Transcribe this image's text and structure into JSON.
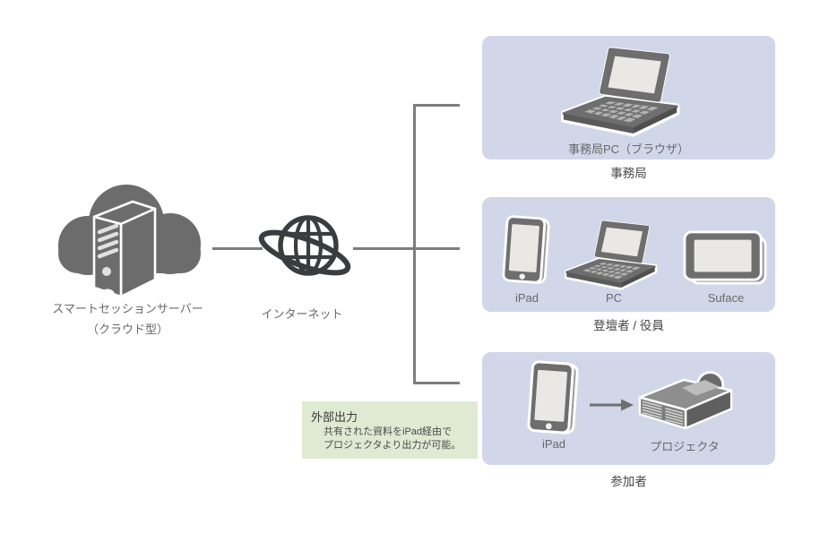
{
  "server": {
    "label_line1": "スマートセッションサーバー",
    "label_line2": "（クラウド型）"
  },
  "internet": {
    "label": "インターネット"
  },
  "groups": [
    {
      "title": "事務局",
      "devices": [
        {
          "icon": "laptop-icon",
          "label": "事務局PC（ブラウザ）"
        }
      ]
    },
    {
      "title": "登壇者 / 役員",
      "devices": [
        {
          "icon": "tablet-portrait-icon",
          "label": "iPad"
        },
        {
          "icon": "laptop-icon",
          "label": "PC"
        },
        {
          "icon": "tablet-landscape-icon",
          "label": "Suface"
        }
      ]
    },
    {
      "title": "参加者",
      "devices": [
        {
          "icon": "tablet-portrait-icon",
          "label": "iPad"
        },
        {
          "icon": "projector-icon",
          "label": "プロジェクタ"
        }
      ]
    }
  ],
  "note": {
    "title": "外部出力",
    "body_lines": [
      "共有された資料をiPad経由で",
      "プロジェクタより出力が可能。"
    ]
  },
  "colors": {
    "group_box_bg": "#d1d6e9",
    "note_box_bg": "#e0ead3",
    "device_gray": "#6e6e6e",
    "screen_gray": "#e9e8e5",
    "connector_gray": "#7d7d7d",
    "globe_dark": "#3a3d40",
    "label_gray": "#696969",
    "title_gray": "#474747"
  }
}
